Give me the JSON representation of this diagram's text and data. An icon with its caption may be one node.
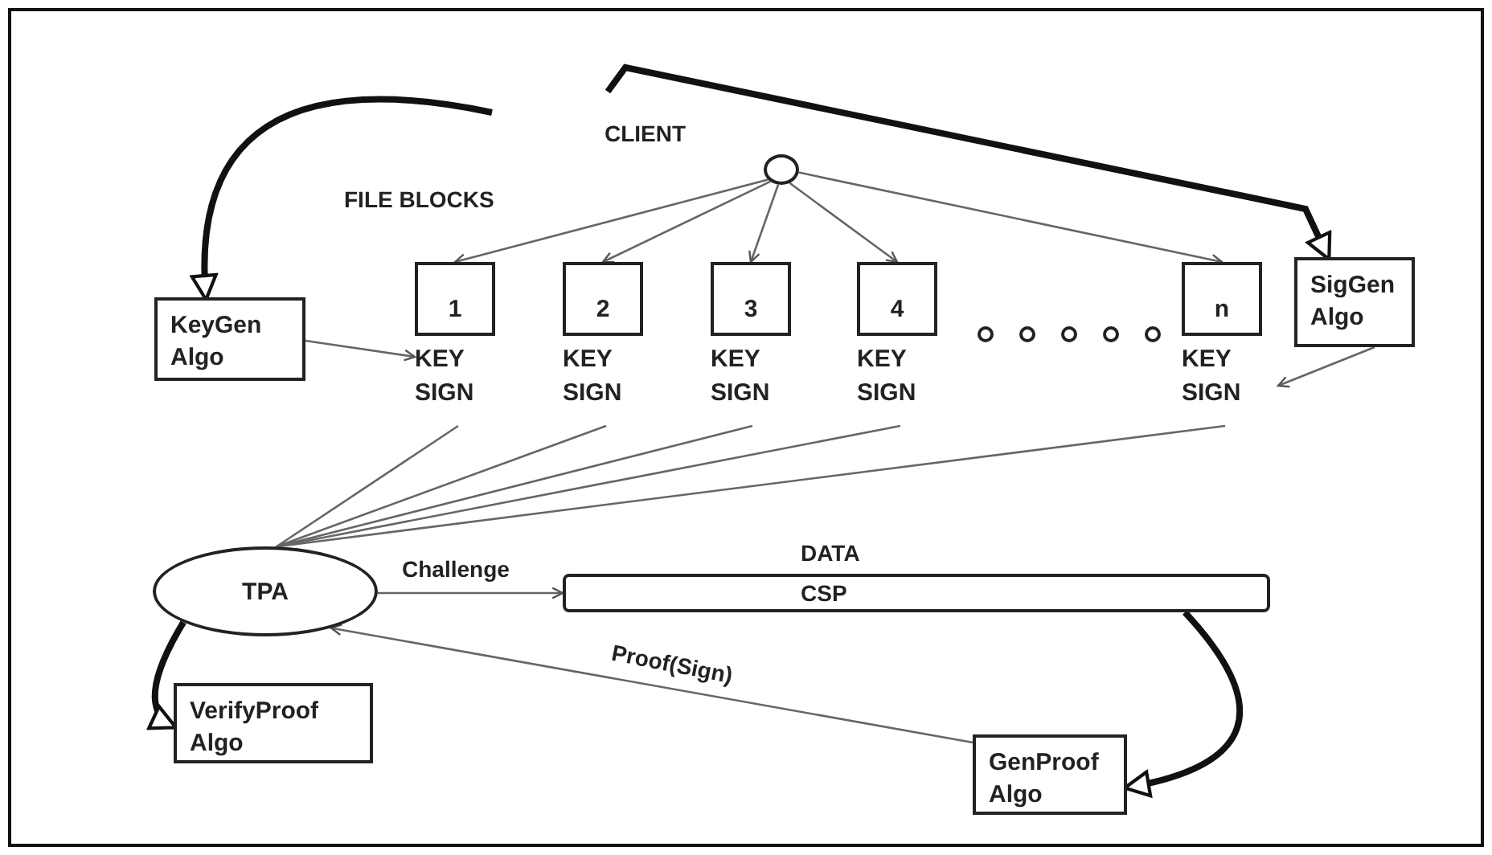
{
  "diagram": {
    "nodes": [
      {
        "text": [],
        "shape": "circle"
      },
      {
        "text": [
          "KeyGen Algo"
        ]
      },
      {
        "text": [
          "1"
        ],
        "beside": [
          "KEY SIGN"
        ]
      },
      {
        "text": [
          "2"
        ],
        "beside": [
          "KEY SIGN"
        ]
      },
      {
        "text": [
          "3"
        ],
        "beside": [
          "KEY SIGN"
        ]
      },
      {
        "text": [
          "4"
        ],
        "beside": [
          "KEY SIGN"
        ]
      },
      {
        "text": [
          "n"
        ],
        "beside": [
          "KEY SIGN"
        ]
      },
      {
        "text": [
          "SigGen Algo"
        ]
      },
      {
        "text": [
          "TPA"
        ]
      },
      {
        "text": [
          "DATA",
          "CSP"
        ]
      },
      {
        "text": [
          "VerifyProof Algo"
        ]
      },
      {
        "text": [
          "GenProof Algo"
        ]
      }
    ],
    "edges": [
      {
        "from": 0,
        "to": 2,
        "arrow": "to"
      },
      {
        "from": 0,
        "to": 3,
        "arrow": "to"
      },
      {
        "from": 0,
        "to": 4,
        "arrow": "to"
      },
      {
        "from": 0,
        "to": 5,
        "arrow": "to"
      },
      {
        "from": 0,
        "to": 6,
        "arrow": "to"
      },
      {
        "from": 1,
        "to": 2,
        "arrow": "to"
      },
      {
        "from": 7,
        "to": 6,
        "arrow": "to"
      },
      {
        "from": 2,
        "to": 8,
        "arrow": "none"
      },
      {
        "from": 3,
        "to": 8,
        "arrow": "none"
      },
      {
        "from": 4,
        "to": 8,
        "arrow": "none"
      },
      {
        "from": 5,
        "to": 8,
        "arrow": "none"
      },
      {
        "from": 6,
        "to": 8,
        "arrow": "none"
      },
      {
        "from": null,
        "to": 1,
        "arrow": "to",
        "style": "thick"
      },
      {
        "from": null,
        "to": 7,
        "arrow": "to",
        "style": "thick"
      },
      {
        "from": 8,
        "to": 9,
        "arrow": "to",
        "label": "Challenge"
      },
      {
        "from": 11,
        "to": 8,
        "arrow": "to",
        "label": "Proof(Sign)"
      },
      {
        "from": 9,
        "to": 11,
        "arrow": "to",
        "style": "thick"
      },
      {
        "from": 8,
        "to": 10,
        "arrow": "to",
        "style": "thick"
      }
    ],
    "labels": [
      "CLIENT",
      "FILE BLOCKS"
    ]
  }
}
